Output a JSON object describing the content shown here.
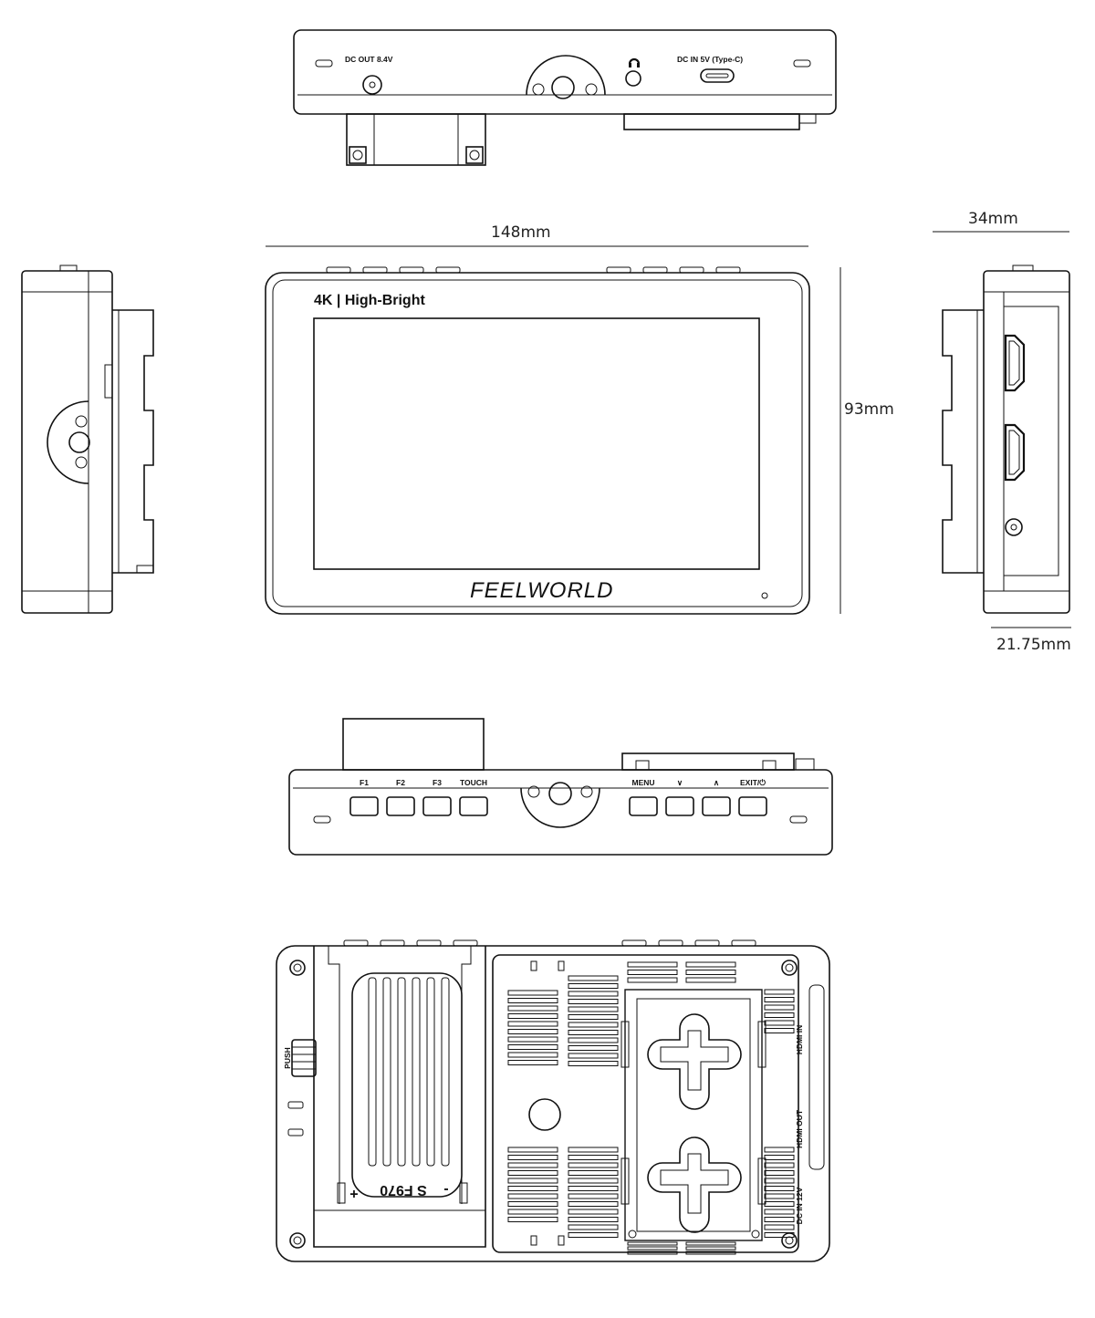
{
  "dimensions": {
    "width": "148mm",
    "height": "93mm",
    "depth": "34mm",
    "depth_body": "21.75mm"
  },
  "front": {
    "badge": "4K | High-Bright",
    "brand": "FEELWORLD"
  },
  "top_view": {
    "dc_out_label": "DC OUT 8.4V",
    "dc_in_label": "DC IN 5V (Type-C)",
    "headphone_icon": "headphone-icon"
  },
  "bottom_view": {
    "buttons": [
      "F1",
      "F2",
      "F3",
      "TOUCH",
      "MENU",
      "∨",
      "∧",
      "EXIT/⏻"
    ]
  },
  "rear_view": {
    "push_label": "PUSH",
    "battery_label": "S F970",
    "battery_plus": "+",
    "battery_minus": "-",
    "ports": [
      "HDMI IN",
      "HDMI OUT",
      "DC IN 12V"
    ]
  }
}
